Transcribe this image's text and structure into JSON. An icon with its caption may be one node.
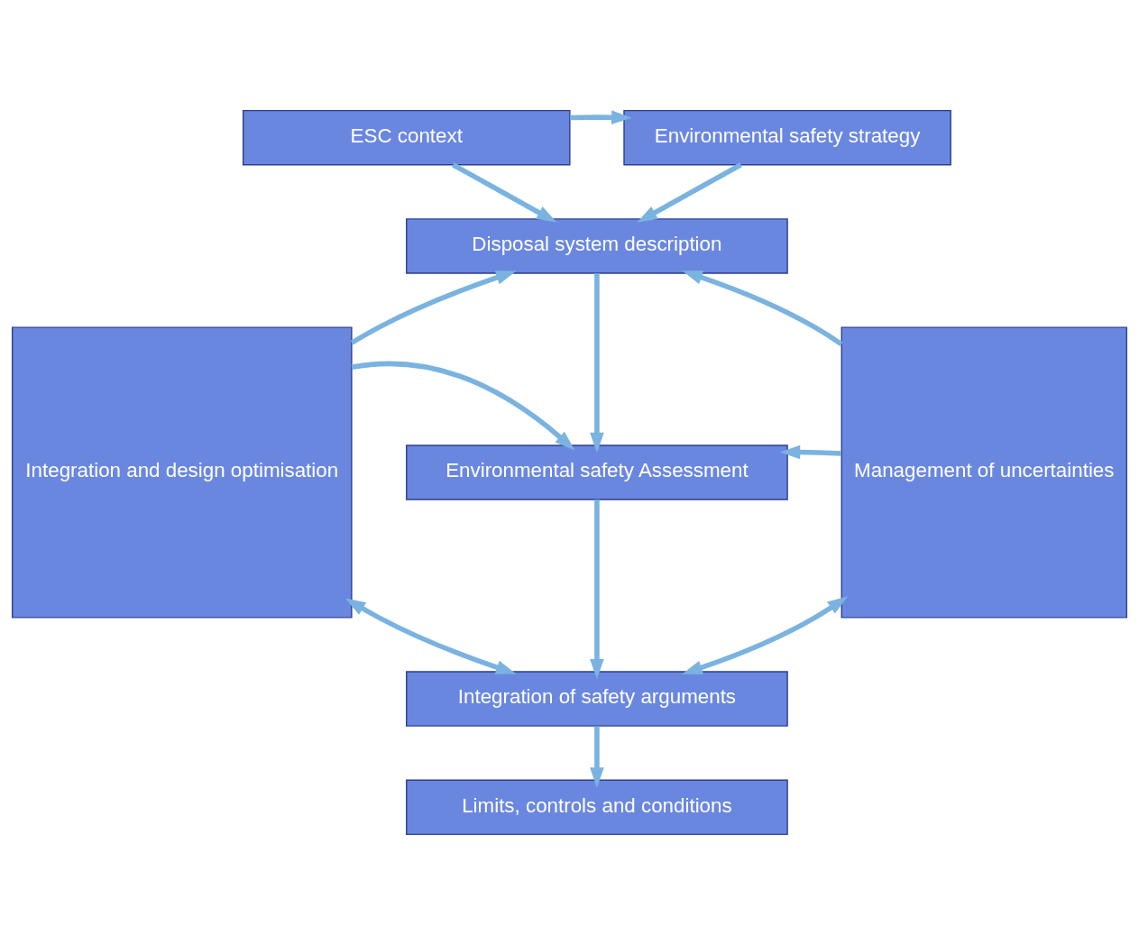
{
  "diagram": {
    "nodes": [
      {
        "text": [
          "ESC context"
        ]
      },
      {
        "text": [
          "Environmental safety strategy"
        ]
      },
      {
        "text": [
          "Integration and design optimisation"
        ]
      },
      {
        "text": [
          "Disposal system description"
        ]
      },
      {
        "text": [
          "Management of uncertainties"
        ]
      },
      {
        "text": [
          "Environmental safety Assessment"
        ]
      },
      {
        "text": [
          "Integration of safety arguments"
        ]
      },
      {
        "text": [
          "Limits, controls and conditions"
        ]
      }
    ],
    "edges": [
      {
        "from": 0,
        "to": 1,
        "arrow": "to"
      },
      {
        "from": 0,
        "to": 3,
        "arrow": "to"
      },
      {
        "from": 1,
        "to": 3,
        "arrow": "to"
      },
      {
        "from": 2,
        "to": 3,
        "arrow": "to"
      },
      {
        "from": 4,
        "to": 3,
        "arrow": "to"
      },
      {
        "from": 3,
        "to": 5,
        "arrow": "to"
      },
      {
        "from": 2,
        "to": 5,
        "arrow": "to"
      },
      {
        "from": 4,
        "to": 5,
        "arrow": "to"
      },
      {
        "from": 5,
        "to": 6,
        "arrow": "to"
      },
      {
        "from": 2,
        "to": 6,
        "arrow": "both"
      },
      {
        "from": 6,
        "to": 4,
        "arrow": "both"
      },
      {
        "from": 6,
        "to": 7,
        "arrow": "to"
      }
    ]
  }
}
